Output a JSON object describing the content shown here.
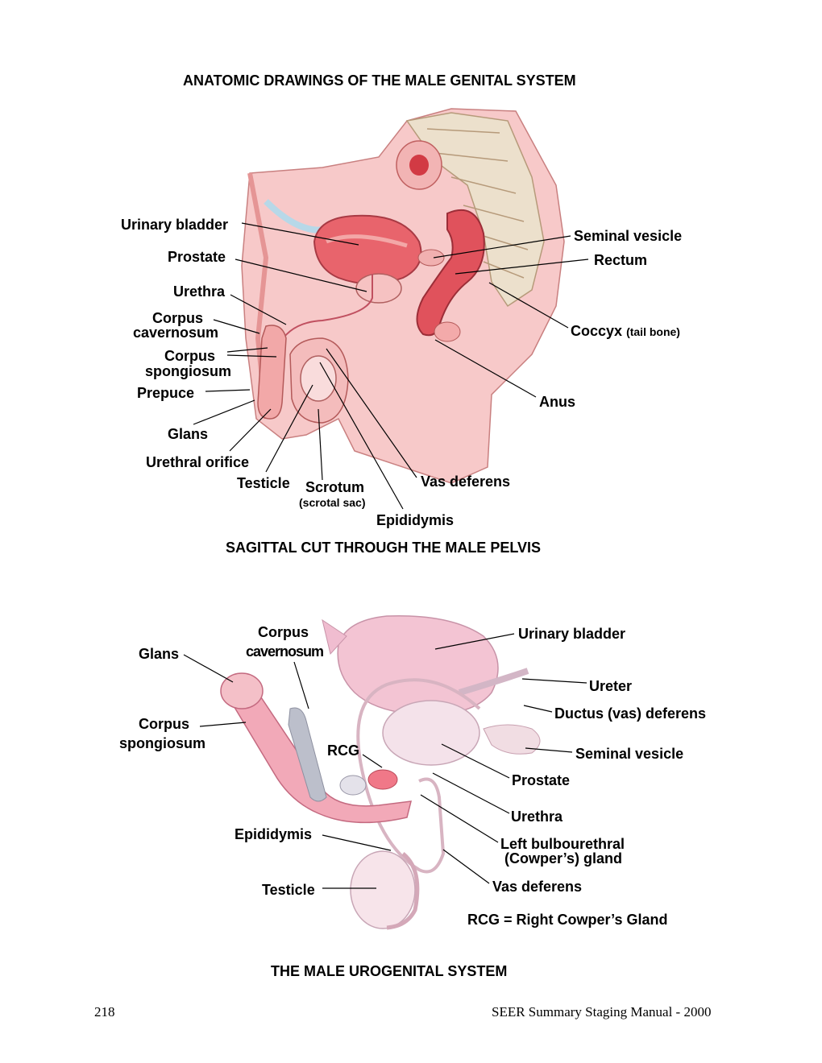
{
  "page_title": "ANATOMIC DRAWINGS OF THE MALE GENITAL SYSTEM",
  "figure1": {
    "caption": "SAGITTAL CUT THROUGH THE MALE PELVIS",
    "labels": {
      "urinary_bladder": "Urinary bladder",
      "prostate": "Prostate",
      "urethra": "Urethra",
      "corpus_cavernosum_1": "Corpus",
      "corpus_cavernosum_2": "cavernosum",
      "corpus_spongiosum_1": "Corpus",
      "corpus_spongiosum_2": "spongiosum",
      "prepuce": "Prepuce",
      "glans": "Glans",
      "urethral_orifice": "Urethral orifice",
      "testicle": "Testicle",
      "scrotum": "Scrotum",
      "scrotum_note": "(scrotal sac)",
      "epididymis": "Epididymis",
      "vas_deferens": "Vas deferens",
      "anus": "Anus",
      "coccyx": "Coccyx",
      "coccyx_note": "(tail bone)",
      "rectum": "Rectum",
      "seminal_vesicle": "Seminal vesicle"
    }
  },
  "figure2": {
    "caption": "THE MALE UROGENITAL SYSTEM",
    "labels": {
      "glans": "Glans",
      "corpus_cavernosum_1": "Corpus",
      "corpus_cavernosum_2": "cavernosum",
      "corpus_spongiosum_1": "Corpus",
      "corpus_spongiosum_2": "spongiosum",
      "rcg": "RCG",
      "epididymis": "Epididymis",
      "testicle": "Testicle",
      "urinary_bladder": "Urinary bladder",
      "ureter": "Ureter",
      "ductus_deferens": "Ductus (vas) deferens",
      "seminal_vesicle": "Seminal vesicle",
      "prostate": "Prostate",
      "urethra": "Urethra",
      "bulbourethral_1": "Left bulbourethral",
      "bulbourethral_2": "(Cowper’s) gland",
      "vas_deferens": "Vas deferens",
      "rcg_legend": "RCG = Right Cowper’s Gland"
    }
  },
  "footer": {
    "page_number": "218",
    "manual": "SEER Summary Staging Manual - 2000"
  },
  "colors": {
    "tissue_pink": "#f4b4b4",
    "tissue_red": "#e8606a",
    "organ_dark_red": "#d42a38",
    "outline": "#c98080",
    "bone": "#e9dcc6",
    "gray_tissue": "#b9bcc8"
  }
}
